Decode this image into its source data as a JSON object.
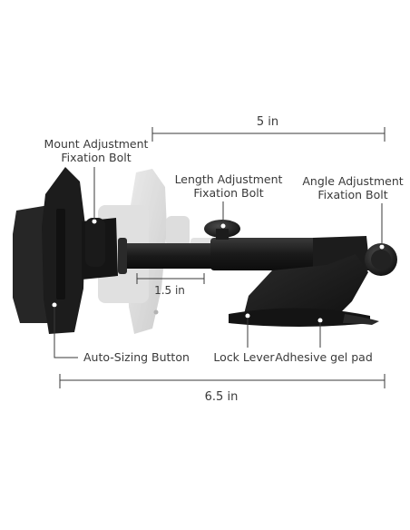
{
  "dimensions": {
    "top_length": "5 in",
    "extension_length": "1.5 in",
    "total_length": "6.5 in"
  },
  "labels": {
    "mount_adjustment_line1": "Mount Adjustment",
    "mount_adjustment_line2": "Fixation Bolt",
    "length_adjustment_line1": "Length Adjustment",
    "length_adjustment_line2": "Fixation Bolt",
    "angle_adjustment_line1": "Angle Adjustment",
    "angle_adjustment_line2": "Fixation Bolt",
    "auto_sizing_button": "Auto-Sizing Button",
    "lock_lever": "Lock Lever",
    "adhesive_gel_pad": "Adhesive gel pad"
  },
  "colors": {
    "text": "#3a3a3a",
    "body_dark": "#1e1e1e",
    "ghost": "#cfcfcf",
    "marker": "#ffffff"
  }
}
